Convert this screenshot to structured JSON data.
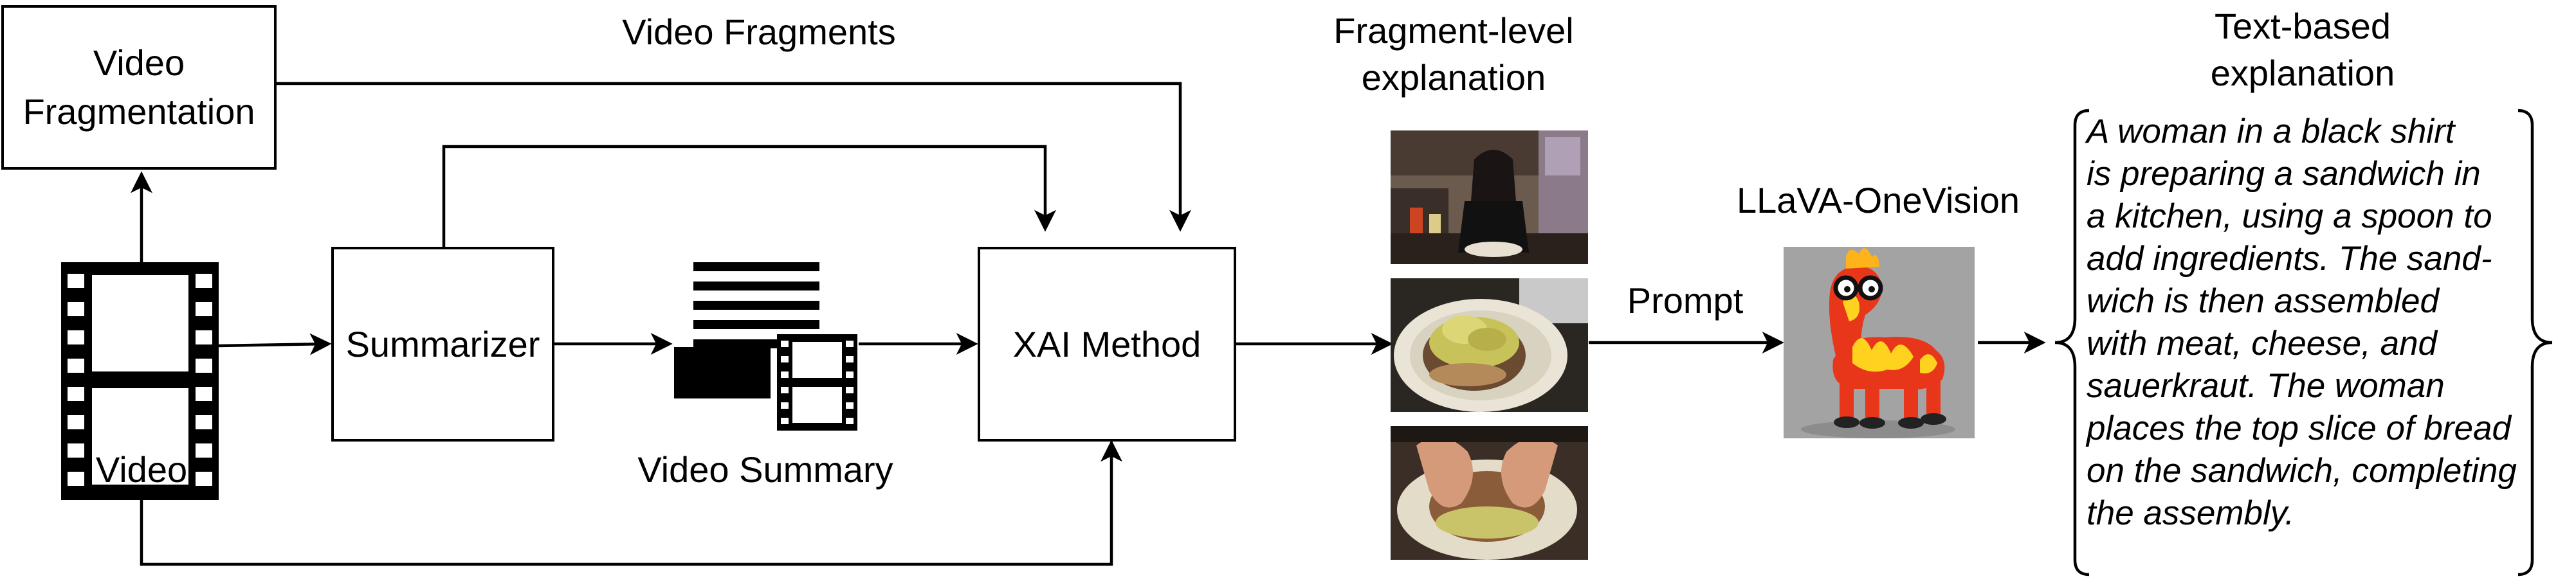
{
  "nodes": {
    "fragmentation": "Video\nFragmentation",
    "summarizer": "Summarizer",
    "xai_method": "XAI Method"
  },
  "labels": {
    "video": "Video",
    "video_fragments": "Video Fragments",
    "video_summary": "Video Summary",
    "fragment_level": "Fragment-level\nexplanation",
    "prompt": "Prompt",
    "llava": "LLaVA-OneVision",
    "text_based": "Text-based\nexplanation"
  },
  "explanation_lines": [
    "A woman in a black shirt",
    "is preparing a sandwich in",
    "a kitchen, using a spoon to",
    "add ingredients. The sand-",
    "wich is then assembled",
    "with meat, cheese, and",
    "sauerkraut. The woman",
    "places the top slice of bread",
    "on the sandwich, completing",
    "the assembly."
  ],
  "icons": {
    "video_input": "film-strip-icon",
    "summary": "document-lines-icon",
    "summary_video": "film-strip-icon",
    "model": "llama-mascot-icon"
  }
}
